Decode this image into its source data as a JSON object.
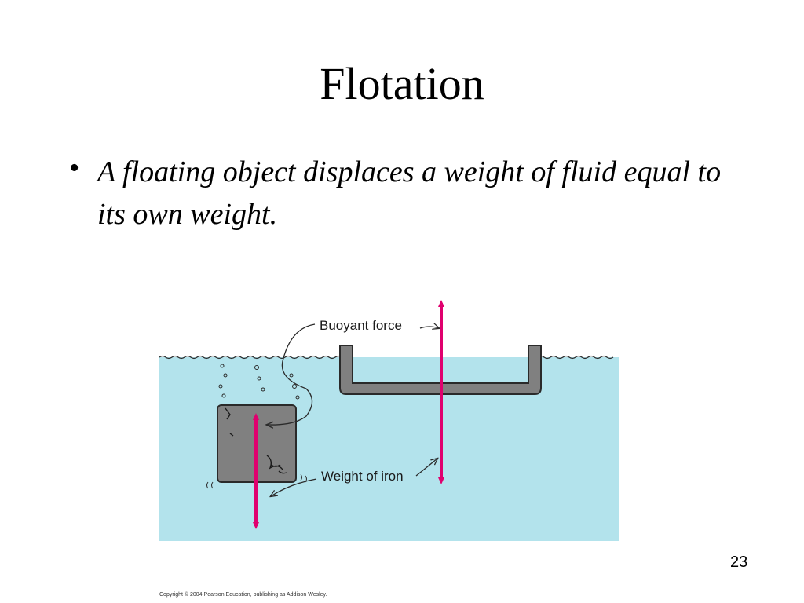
{
  "slide": {
    "title": "Flotation",
    "bullet_symbol": "•",
    "bullet_text": "A floating object displaces a weight of fluid equal to its own weight.",
    "page_number": "23",
    "copyright": "Copyright © 2004 Pearson Education, publishing as Addison Wesley."
  },
  "figure": {
    "labels": {
      "buoyant_force": "Buoyant force",
      "weight_of_iron": "Weight of iron"
    },
    "colors": {
      "water": "#b3e3ec",
      "iron": "#808080",
      "arrow": "#e0006e",
      "outline": "#2a2a2a"
    }
  }
}
